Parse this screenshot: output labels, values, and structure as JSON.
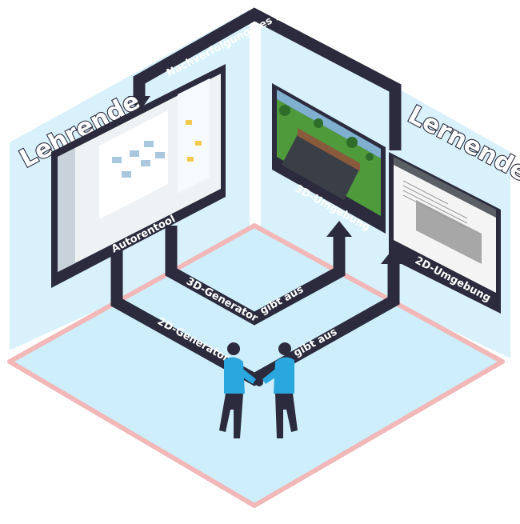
{
  "roles": {
    "left": "Lehrende",
    "right": "Lernende"
  },
  "screens": {
    "autorentool": "Autorentool",
    "env3d": "3D-Umgebung",
    "env2d": "2D-Umgebung"
  },
  "paths": {
    "top": "Nachverfolgung des individuellen Lernerfolgs",
    "gen3d": "3D-Generator",
    "gibt_aus_1": "gibt aus",
    "gen2d": "2D-Generator",
    "gibt_aus_2": "gibt aus"
  },
  "colors": {
    "wall": "#d8f1fb",
    "floor": "#cdeefa",
    "floor_border": "#f2b8b8",
    "path": "#2b2b3d",
    "person_shirt": "#2ba7e0",
    "person_pants": "#2b2b3d"
  }
}
